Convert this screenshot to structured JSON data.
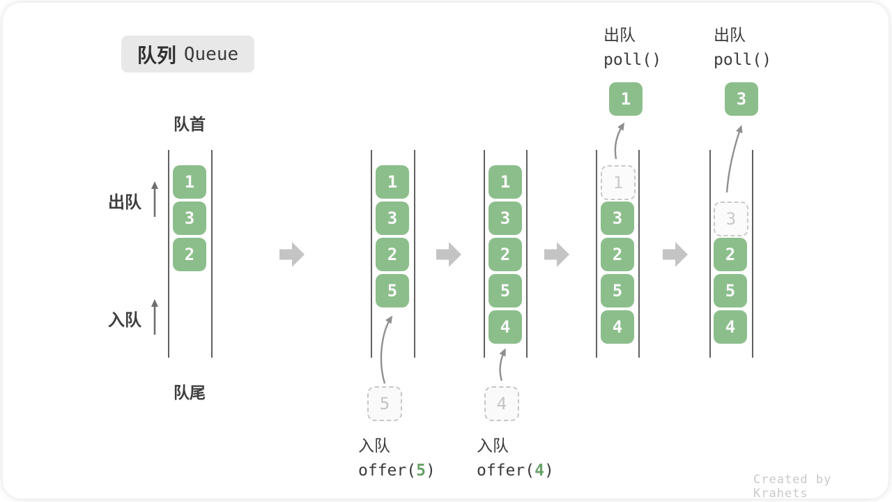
{
  "title": {
    "zh": "队列",
    "en": "Queue"
  },
  "labels": {
    "front": "队首",
    "rear": "队尾",
    "dequeue_side": "出队",
    "enqueue_side": "入队"
  },
  "queues": [
    {
      "slots": [
        "1",
        "3",
        "2"
      ]
    },
    {
      "slots": [
        "1",
        "3",
        "2",
        "5"
      ],
      "incoming": "5"
    },
    {
      "slots": [
        "1",
        "3",
        "2",
        "5",
        "4"
      ],
      "incoming": "4"
    },
    {
      "ghost": "1",
      "slots": [
        "3",
        "2",
        "5",
        "4"
      ],
      "outgoing": "1"
    },
    {
      "ghost": "3",
      "slots": [
        "2",
        "5",
        "4"
      ],
      "outgoing": "3"
    }
  ],
  "ops": {
    "enqueue5": {
      "zh": "入队",
      "fn": "offer(",
      "arg": "5",
      "end": ")"
    },
    "enqueue4": {
      "zh": "入队",
      "fn": "offer(",
      "arg": "4",
      "end": ")"
    },
    "dequeue1": {
      "zh": "出队",
      "fn": "poll()"
    },
    "dequeue2": {
      "zh": "出队",
      "fn": "poll()"
    }
  },
  "watermark": "Created by Krahets",
  "colors": {
    "box_green": "#8cbe8c",
    "code_green": "#69a269",
    "flow_arrow_gray": "#c4c4c4",
    "curve_arrow_gray": "#8f8f8f",
    "wall_gray": "#606060",
    "badge_gray": "#e8e8e8"
  }
}
